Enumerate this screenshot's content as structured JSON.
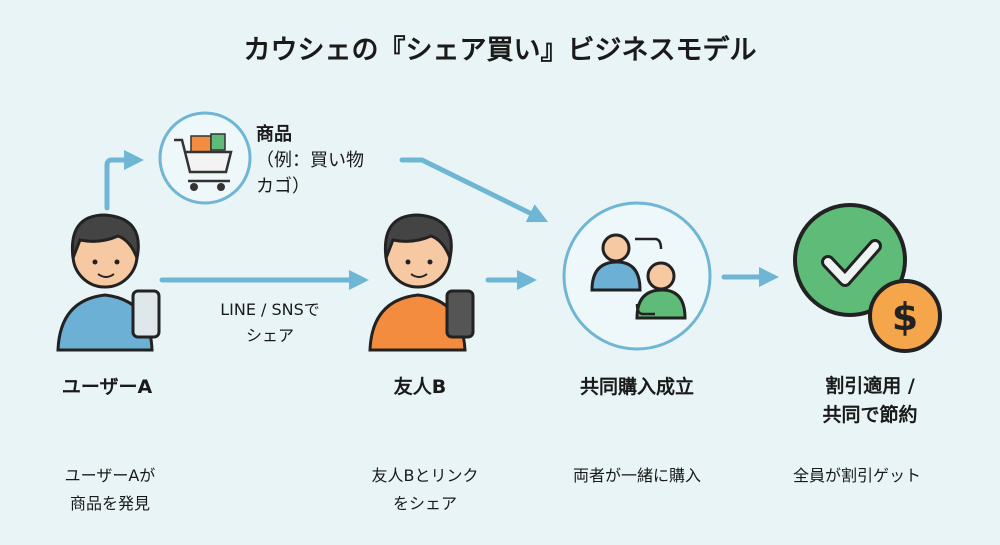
{
  "title": "カウシェの『シェア買い』ビジネスモデル",
  "product": {
    "title": "商品",
    "sub1": "（例：買い物",
    "sub2": "カゴ）"
  },
  "share_label": {
    "line1": "LINE / SNSで",
    "line2": "シェア"
  },
  "steps": [
    {
      "label": "ユーザーA",
      "desc1": "ユーザーAが",
      "desc2": "商品を発見"
    },
    {
      "label": "友人B",
      "desc1": "友人Bとリンク",
      "desc2": "をシェア"
    },
    {
      "label": "共同購入成立",
      "desc1": "両者が一緒に購入"
    },
    {
      "label1": "割引適用 /",
      "label2": "共同で節約",
      "desc1": "全員が割引ゲット"
    }
  ],
  "colors": {
    "arrow": "#6fb6d4",
    "green": "#5fbb78",
    "orange": "#f5a64b",
    "blue_shirt": "#6cb0d6",
    "orange_shirt": "#f48c3f"
  }
}
